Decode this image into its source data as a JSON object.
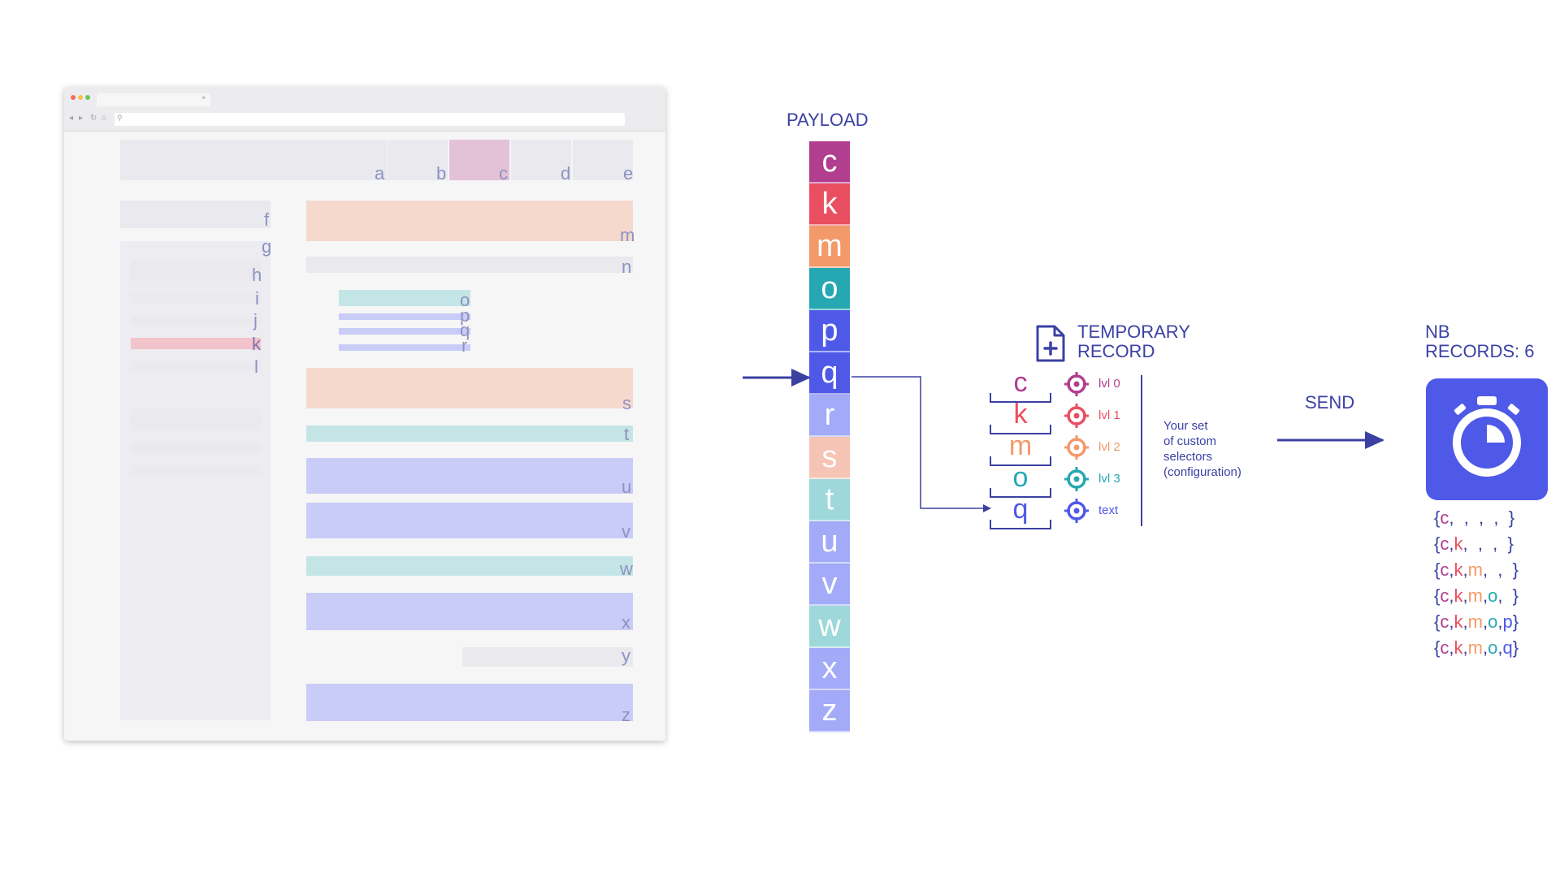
{
  "browser": {
    "tab_close": "×",
    "nav_glyphs": [
      "◂",
      "▸",
      "↻",
      "⌂",
      "⚲"
    ],
    "labels": [
      "a",
      "b",
      "c",
      "d",
      "e",
      "f",
      "g",
      "h",
      "i",
      "j",
      "k",
      "l",
      "m",
      "n",
      "o",
      "p",
      "q",
      "r",
      "s",
      "t",
      "u",
      "v",
      "w",
      "x",
      "y",
      "z"
    ]
  },
  "payload": {
    "title": "PAYLOAD",
    "cells": [
      {
        "letter": "c",
        "color": "#b13e8e"
      },
      {
        "letter": "k",
        "color": "#ea4f61"
      },
      {
        "letter": "m",
        "color": "#f3996a"
      },
      {
        "letter": "o",
        "color": "#26a8b3"
      },
      {
        "letter": "p",
        "color": "#4f59e8"
      },
      {
        "letter": "q",
        "color": "#4f59e8"
      },
      {
        "letter": "r",
        "color": "#a3aaf8"
      },
      {
        "letter": "s",
        "color": "#f6c4b4"
      },
      {
        "letter": "t",
        "color": "#9fd8da"
      },
      {
        "letter": "u",
        "color": "#a3aaf8"
      },
      {
        "letter": "v",
        "color": "#a3aaf8"
      },
      {
        "letter": "w",
        "color": "#9fd8da"
      },
      {
        "letter": "x",
        "color": "#a3aaf8"
      },
      {
        "letter": "z",
        "color": "#a3aaf8"
      }
    ]
  },
  "temporary_record": {
    "title_line1": "TEMPORARY",
    "title_line2": "RECORD",
    "icon": "file-plus-icon",
    "rows": [
      {
        "letter": "c",
        "level": "lvl 0",
        "color": "#b13e8e"
      },
      {
        "letter": "k",
        "level": "lvl 1",
        "color": "#ea4f61"
      },
      {
        "letter": "m",
        "level": "lvl 2",
        "color": "#f3996a"
      },
      {
        "letter": "o",
        "level": "lvl 3",
        "color": "#26a8b3"
      },
      {
        "letter": "q",
        "level": "text",
        "color": "#4f59e8"
      }
    ],
    "selectors_note": [
      "Your set",
      "of custom",
      "selectors",
      "(configuration)"
    ]
  },
  "send": {
    "label": "SEND"
  },
  "nb_records": {
    "line1": "NB",
    "line2": "RECORDS: 6",
    "icon": "stopwatch-icon",
    "icon_color": "#4f59e8",
    "records": [
      [
        {
          "t": "{",
          "c": "#3b41a3"
        },
        {
          "t": "c",
          "c": "#b13e8e"
        },
        {
          "t": ",  ,  ,  ,  }",
          "c": "#3b41a3"
        }
      ],
      [
        {
          "t": "{",
          "c": "#3b41a3"
        },
        {
          "t": "c",
          "c": "#b13e8e"
        },
        {
          "t": ",",
          "c": "#3b41a3"
        },
        {
          "t": "k",
          "c": "#ea4f61"
        },
        {
          "t": ",  ,  ,  }",
          "c": "#3b41a3"
        }
      ],
      [
        {
          "t": "{",
          "c": "#3b41a3"
        },
        {
          "t": "c",
          "c": "#b13e8e"
        },
        {
          "t": ",",
          "c": "#3b41a3"
        },
        {
          "t": "k",
          "c": "#ea4f61"
        },
        {
          "t": ",",
          "c": "#3b41a3"
        },
        {
          "t": "m",
          "c": "#f3996a"
        },
        {
          "t": ",  ,  }",
          "c": "#3b41a3"
        }
      ],
      [
        {
          "t": "{",
          "c": "#3b41a3"
        },
        {
          "t": "c",
          "c": "#b13e8e"
        },
        {
          "t": ",",
          "c": "#3b41a3"
        },
        {
          "t": "k",
          "c": "#ea4f61"
        },
        {
          "t": ",",
          "c": "#3b41a3"
        },
        {
          "t": "m",
          "c": "#f3996a"
        },
        {
          "t": ",",
          "c": "#3b41a3"
        },
        {
          "t": "o",
          "c": "#26a8b3"
        },
        {
          "t": ",  }",
          "c": "#3b41a3"
        }
      ],
      [
        {
          "t": "{",
          "c": "#3b41a3"
        },
        {
          "t": "c",
          "c": "#b13e8e"
        },
        {
          "t": ",",
          "c": "#3b41a3"
        },
        {
          "t": "k",
          "c": "#ea4f61"
        },
        {
          "t": ",",
          "c": "#3b41a3"
        },
        {
          "t": "m",
          "c": "#f3996a"
        },
        {
          "t": ",",
          "c": "#3b41a3"
        },
        {
          "t": "o",
          "c": "#26a8b3"
        },
        {
          "t": ",",
          "c": "#3b41a3"
        },
        {
          "t": "p",
          "c": "#4f59e8"
        },
        {
          "t": "}",
          "c": "#3b41a3"
        }
      ],
      [
        {
          "t": "{",
          "c": "#3b41a3"
        },
        {
          "t": "c",
          "c": "#b13e8e"
        },
        {
          "t": ",",
          "c": "#3b41a3"
        },
        {
          "t": "k",
          "c": "#ea4f61"
        },
        {
          "t": ",",
          "c": "#3b41a3"
        },
        {
          "t": "m",
          "c": "#f3996a"
        },
        {
          "t": ",",
          "c": "#3b41a3"
        },
        {
          "t": "o",
          "c": "#26a8b3"
        },
        {
          "t": ",",
          "c": "#3b41a3"
        },
        {
          "t": "q",
          "c": "#4f59e8"
        },
        {
          "t": "}",
          "c": "#3b41a3"
        }
      ]
    ]
  }
}
